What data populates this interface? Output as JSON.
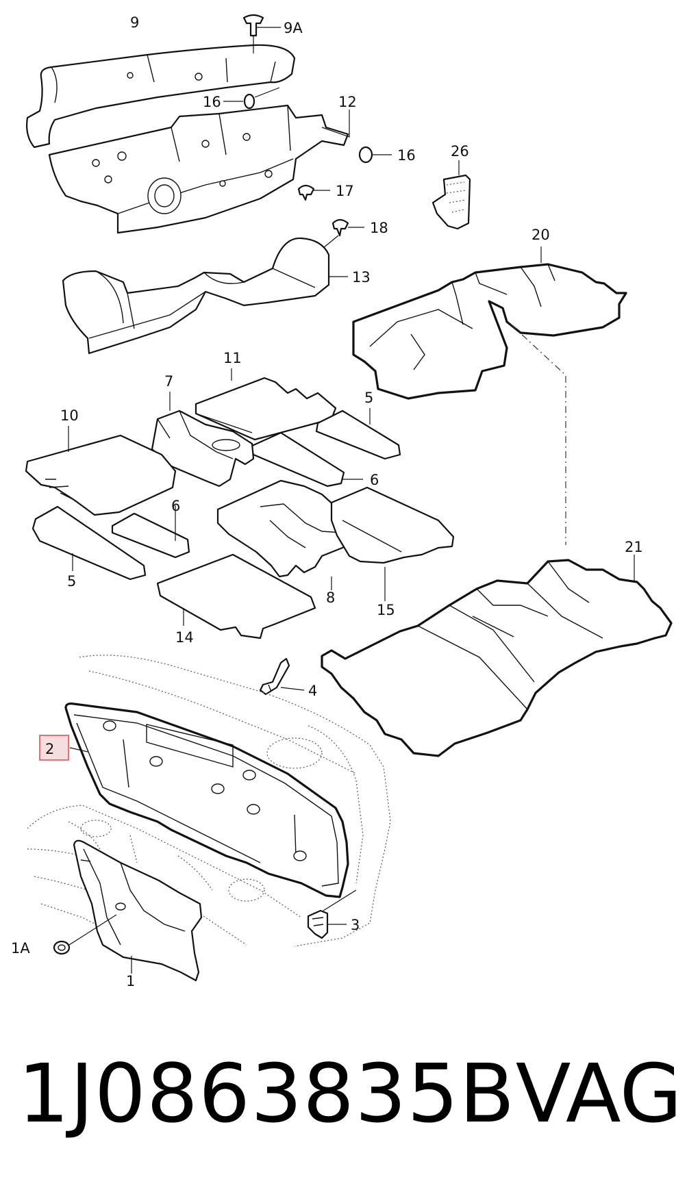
{
  "diagram": {
    "callouts": {
      "c9": "9",
      "c9A": "9A",
      "c16a": "16",
      "c12": "12",
      "c16b": "16",
      "c17": "17",
      "c26": "26",
      "c18": "18",
      "c13": "13",
      "c20": "20",
      "c11": "11",
      "c7": "7",
      "c5a": "5",
      "c10": "10",
      "c6a": "6",
      "c6b": "6",
      "c5b": "5",
      "c8": "8",
      "c15": "15",
      "c14": "14",
      "c21": "21",
      "c4": "4",
      "c2": "2",
      "c3": "3",
      "c1A": "1A",
      "c1": "1"
    },
    "highlight_color": "#e06666"
  },
  "footer": {
    "part_number": "1J0863835B",
    "brand": "VAG"
  }
}
